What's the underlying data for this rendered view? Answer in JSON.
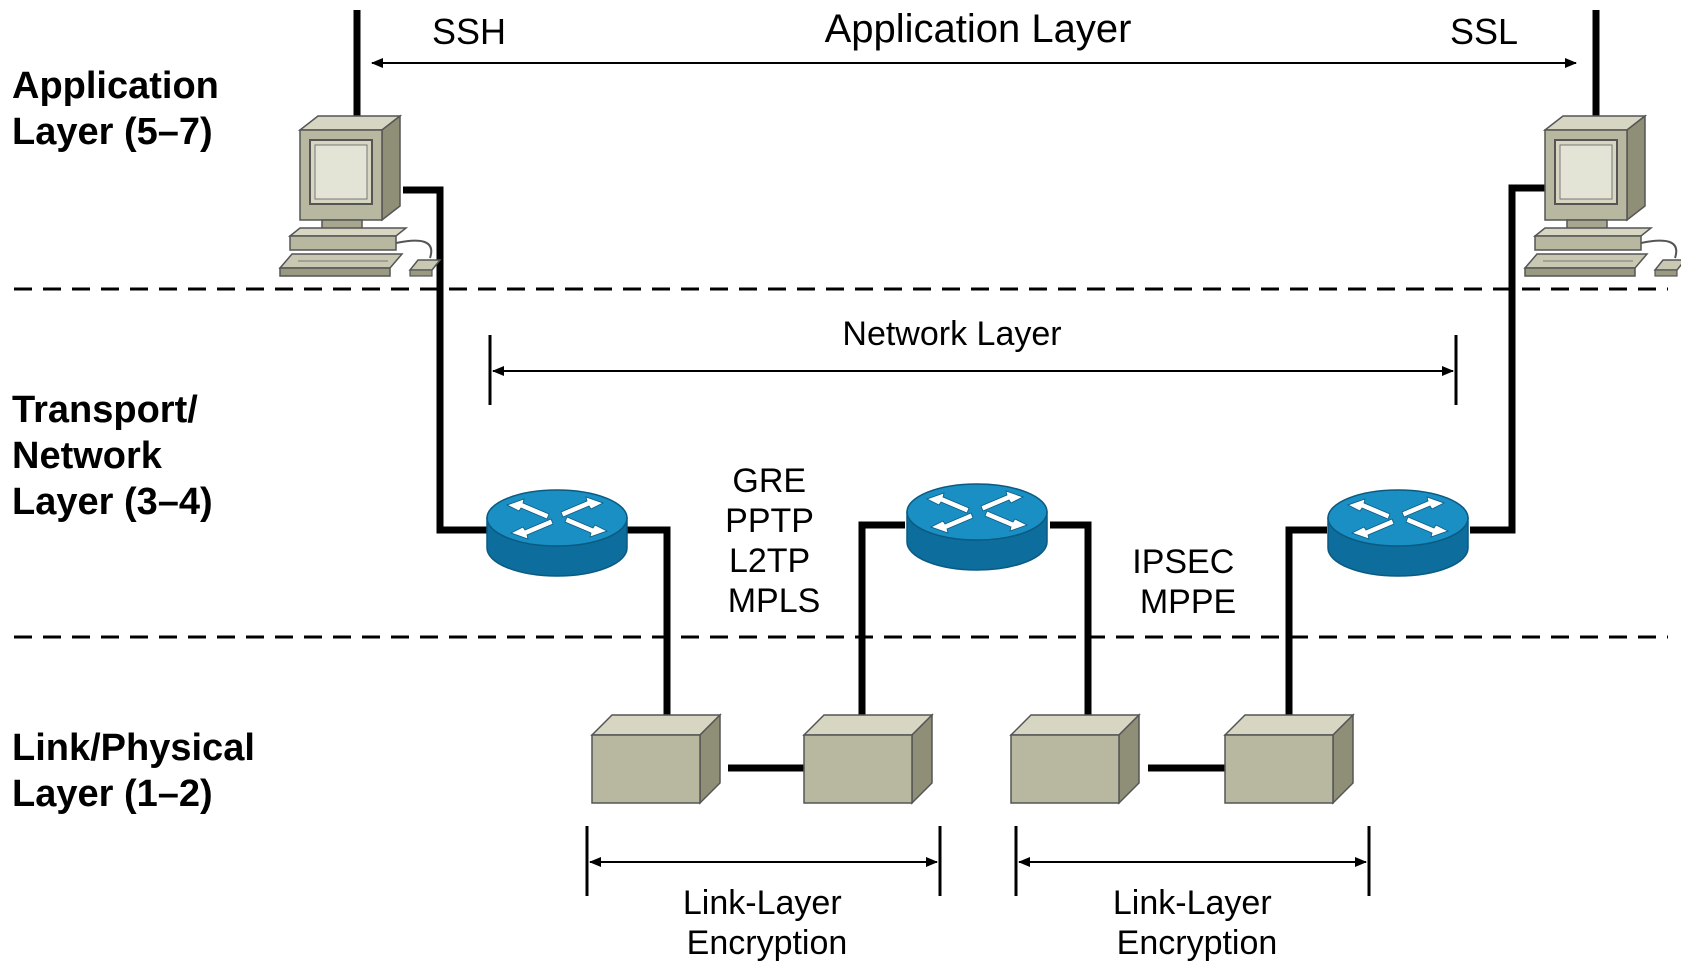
{
  "layers": {
    "application": [
      "Application",
      "Layer (5–7)"
    ],
    "transport": [
      "Transport/",
      "Network",
      "Layer (3–4)"
    ],
    "link": [
      "Link/Physical",
      "Layer (1–2)"
    ]
  },
  "top_span": {
    "left": "SSH",
    "center": "Application Layer",
    "right": "SSL"
  },
  "network_span": {
    "label": "Network Layer"
  },
  "tunnel_protocols": [
    "GRE",
    "PPTP",
    "L2TP",
    "MPLS"
  ],
  "ipsec_protocols": [
    "IPSEC",
    "MPPE"
  ],
  "link_spans": [
    [
      "Link-Layer",
      "Encryption"
    ],
    [
      "Link-Layer",
      "Encryption"
    ]
  ],
  "colors": {
    "router_top": "#1a8fc4",
    "router_side": "#0d6d9c",
    "box_front": "#b8b8a0",
    "box_top": "#d6d6c2",
    "box_side": "#8f8f78"
  }
}
